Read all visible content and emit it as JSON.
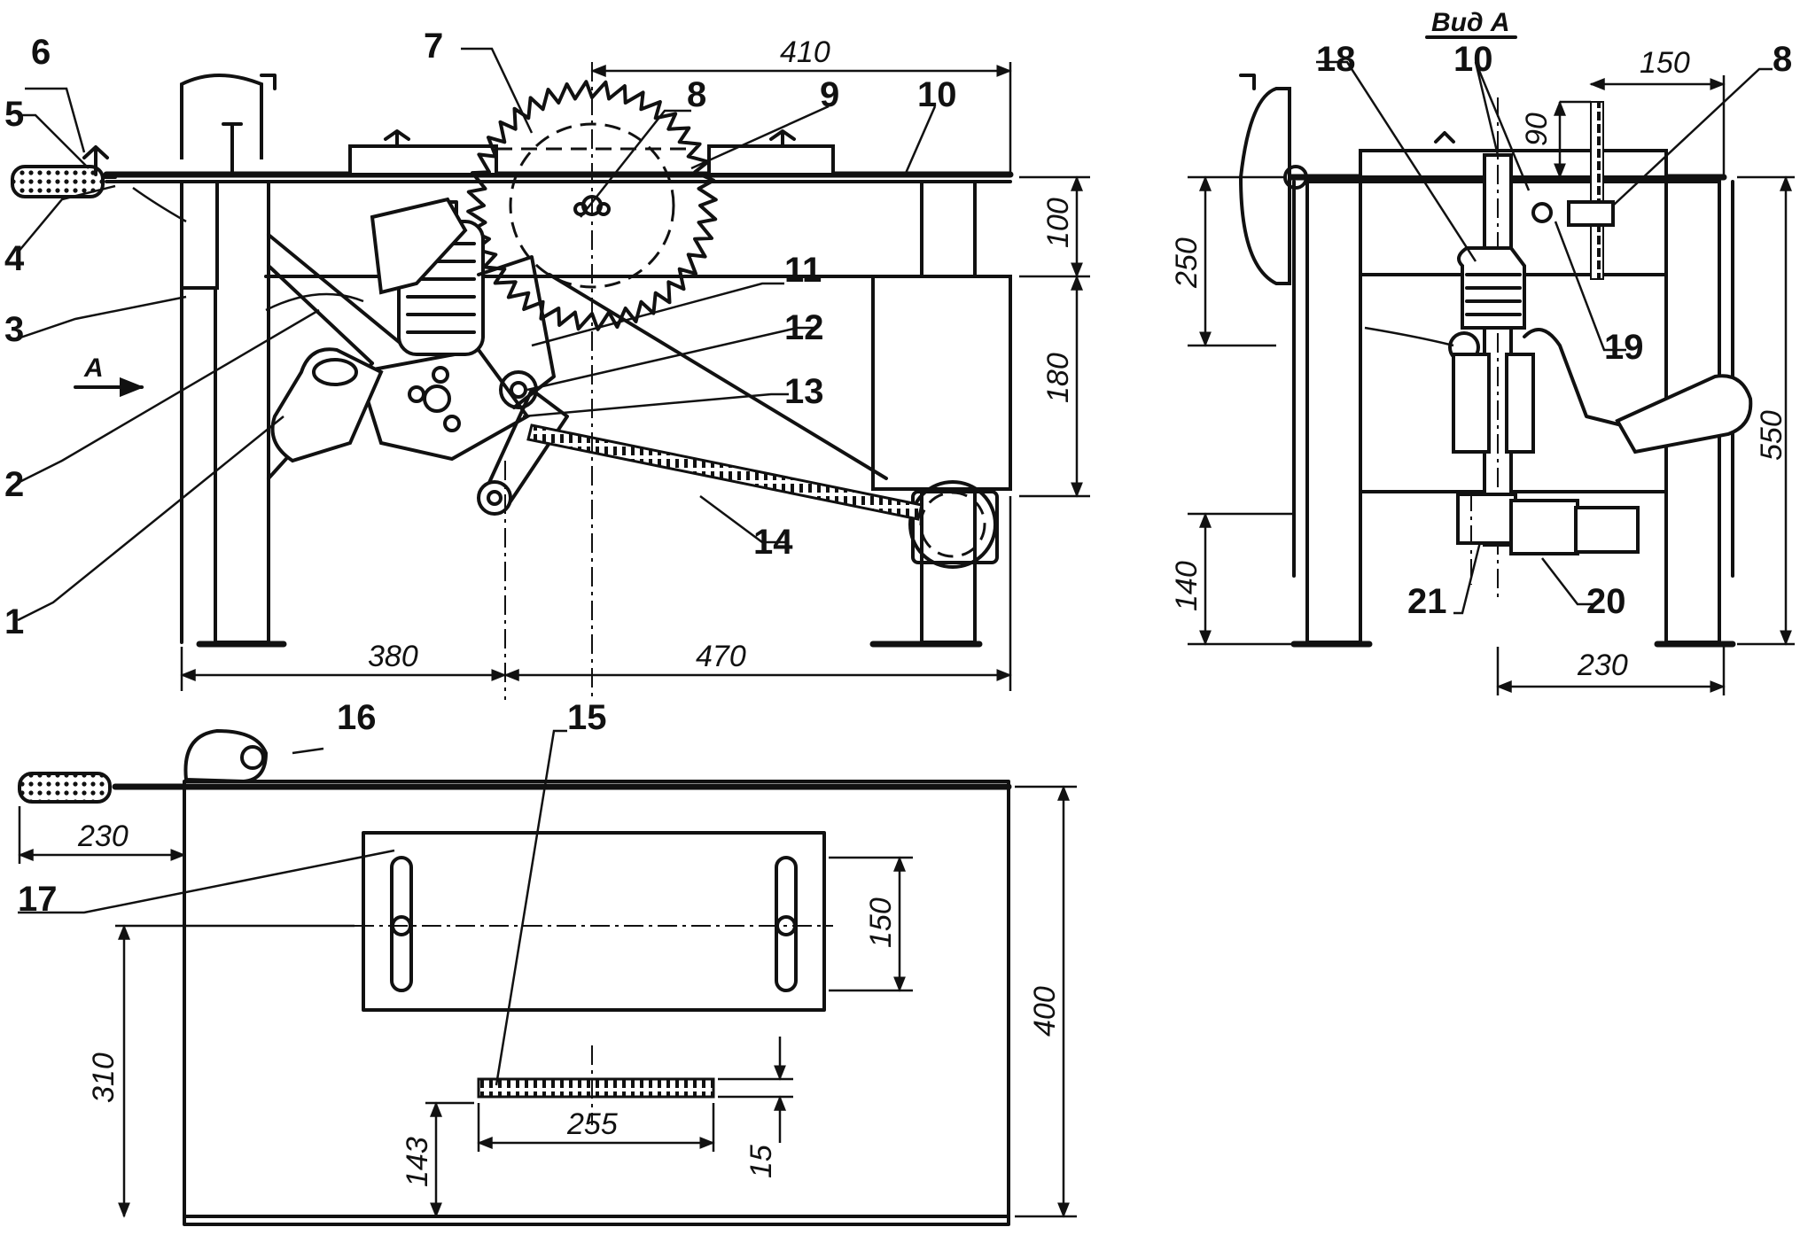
{
  "view_title": "Вид А",
  "view_arrow_label": "А",
  "callouts": {
    "c1": "1",
    "c2": "2",
    "c3": "3",
    "c4": "4",
    "c5": "5",
    "c6": "6",
    "c7": "7",
    "c8": "8",
    "c9": "9",
    "c10": "10",
    "c11": "11",
    "c12": "12",
    "c13": "13",
    "c14": "14",
    "c15": "15",
    "c16": "16",
    "c17": "17",
    "c18": "18",
    "c19": "19",
    "c20": "20",
    "c21": "21"
  },
  "dimensions": {
    "front_top_width": "410",
    "front_table_height": "100",
    "front_frame_height": "180",
    "front_left_span": "380",
    "front_right_span": "470",
    "side_top_offset": "150",
    "side_small": "90",
    "side_upper_height": "250",
    "side_total_height": "550",
    "side_lower_height": "140",
    "side_bottom_width": "230",
    "plan_handle_length": "230",
    "plan_slot_spacing": "150",
    "plan_depth": "400",
    "plan_offset": "310",
    "plan_slot_offset": "143",
    "plan_slot_length": "255",
    "plan_slot_width": "15"
  }
}
